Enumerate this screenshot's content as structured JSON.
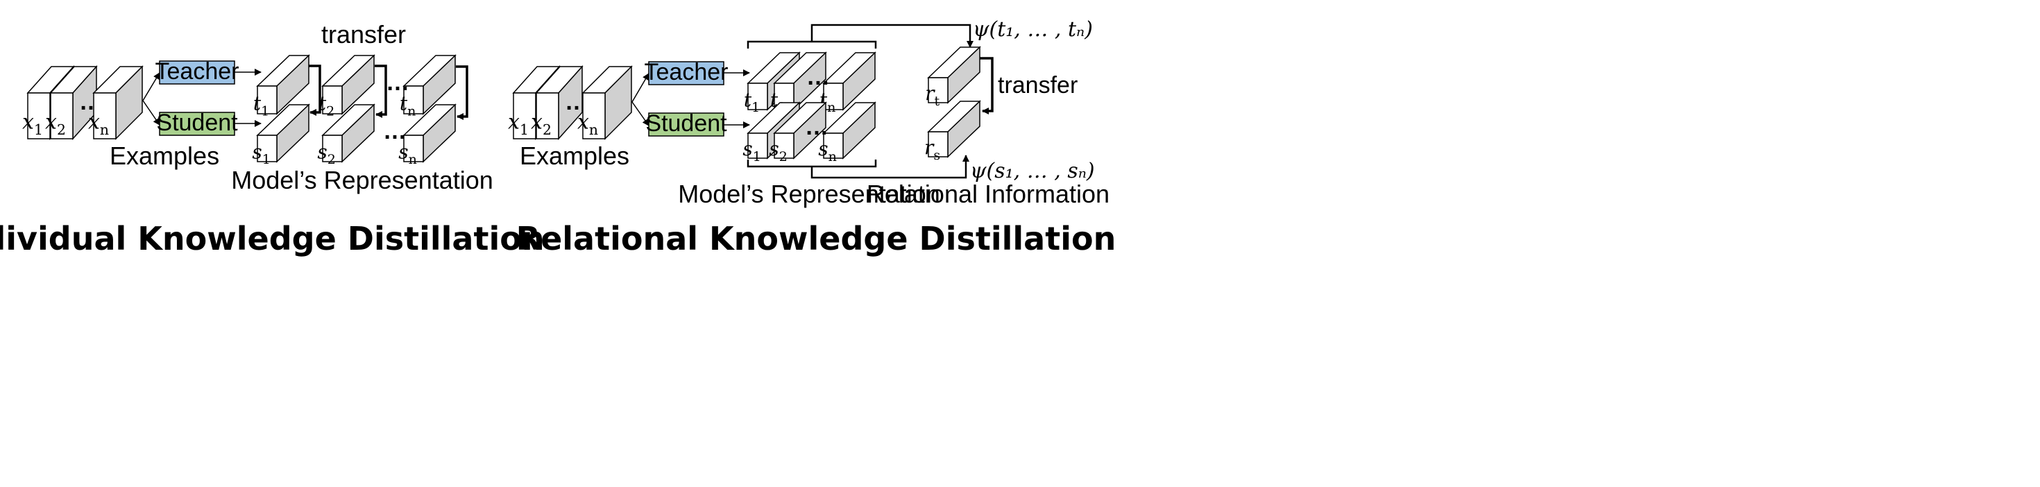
{
  "individual": {
    "title": "Individual Knowledge Distillation",
    "examples_label": "Examples",
    "teacher_label": "Teacher",
    "student_label": "Student",
    "transfer_label": "transfer",
    "representation_label": "Model’s Representation",
    "inputs": [
      {
        "sym": "x",
        "sub": "1"
      },
      {
        "sym": "x",
        "sub": "2"
      },
      {
        "sym": "x",
        "sub": "n"
      }
    ],
    "teacher_outputs": [
      {
        "sym": "t",
        "sub": "1"
      },
      {
        "sym": "t",
        "sub": "2"
      },
      {
        "sym": "t",
        "sub": "n"
      }
    ],
    "student_outputs": [
      {
        "sym": "s",
        "sub": "1"
      },
      {
        "sym": "s",
        "sub": "2"
      },
      {
        "sym": "s",
        "sub": "n"
      }
    ],
    "ellipsis": "…"
  },
  "relational": {
    "title": "Relational Knowledge Distillation",
    "examples_label": "Examples",
    "teacher_label": "Teacher",
    "student_label": "Student",
    "transfer_label": "transfer",
    "representation_label": "Model’s Representation",
    "relational_label": "Relational Information",
    "psi_teacher": "ψ(t₁, … , tₙ)",
    "psi_student": "ψ(s₁, … , sₙ)",
    "inputs": [
      {
        "sym": "x",
        "sub": "1"
      },
      {
        "sym": "x",
        "sub": "2"
      },
      {
        "sym": "x",
        "sub": "n"
      }
    ],
    "teacher_outputs": [
      {
        "sym": "t",
        "sub": "1"
      },
      {
        "sym": "t",
        "sub": "2"
      },
      {
        "sym": "t",
        "sub": "n"
      }
    ],
    "student_outputs": [
      {
        "sym": "s",
        "sub": "1"
      },
      {
        "sym": "s",
        "sub": "2"
      },
      {
        "sym": "s",
        "sub": "n"
      }
    ],
    "relational_outputs": [
      {
        "sym": "r",
        "sub": "t"
      },
      {
        "sym": "r",
        "sub": "s"
      }
    ],
    "ellipsis": "…"
  },
  "colors": {
    "teacher_fill": "#9dc3e6",
    "student_fill": "#a9d18e",
    "box_side": "#d0d0d0",
    "box_top": "#ffffff",
    "stroke": "#000000"
  }
}
